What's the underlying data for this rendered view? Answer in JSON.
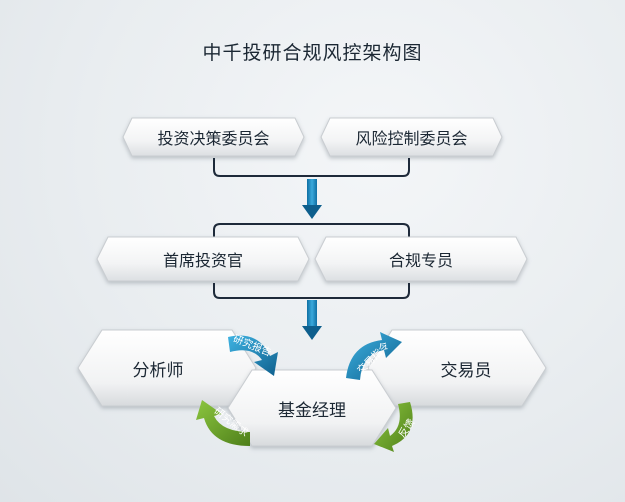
{
  "title": "中千投研合规风控架构图",
  "top_row": {
    "left": "投资决策委员会",
    "right": "风险控制委员会"
  },
  "middle_row": {
    "left": "首席投资官",
    "right": "合规专员"
  },
  "bottom": {
    "analyst": "分析师",
    "fund_manager": "基金经理",
    "trader": "交易员"
  },
  "arrows": {
    "research_report": "研究报告",
    "trade_instruction": "交易指令",
    "research_demand": "研究需求",
    "feedback": "反馈"
  },
  "colors": {
    "blue_arrow": "#1d8fc6",
    "green_arrow": "#6aa32a",
    "connector": "#1e2a3a"
  }
}
